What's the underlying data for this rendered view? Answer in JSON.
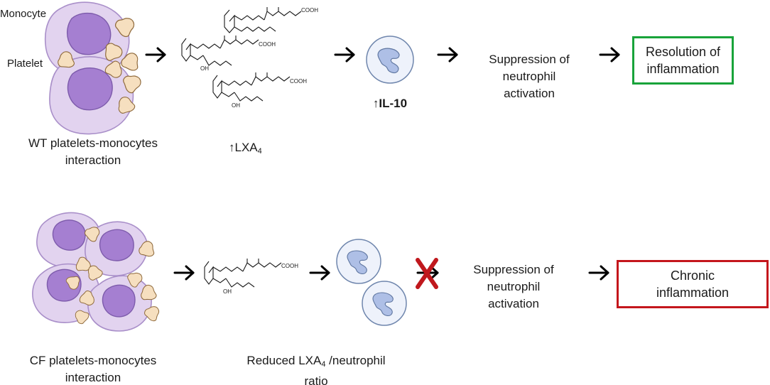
{
  "colors": {
    "monocyte_fill": "#e2d3ef",
    "monocyte_stroke": "#a98fc9",
    "monocyte_nucleus": "#a57fd1",
    "platelet_fill": "#f6dfbf",
    "platelet_stroke": "#8f6a3c",
    "neutrophil_fill": "#eef2fb",
    "neutrophil_stroke": "#6f86ad",
    "neutrophil_nucleus": "#aebfe6",
    "arrow": "#000000",
    "resolution_border": "#18a33a",
    "chronic_border": "#c4161c",
    "block_x": "#c0181d"
  },
  "icons": {
    "arrow": "right-arrow-icon",
    "block": "x-mark-icon",
    "increase": "up-arrow-glyph"
  },
  "top": {
    "monocyte_label": "Monocyte",
    "platelet_label": "Platelet",
    "interaction_label": "WT platelets-monocytes\ninteraction",
    "lxa4_prefix": "↑LXA",
    "lxa4_sub": "4",
    "il10_label": "↑IL-10",
    "suppression_label": "Suppression of\nneutrophil\nactivation",
    "outcome_label": "Resolution of\ninflammation"
  },
  "bottom": {
    "interaction_label": "CF platelets-monocytes\ninteraction",
    "ratio_prefix": "Reduced LXA",
    "ratio_sub": "4",
    "ratio_suffix": " /neutrophil\nratio",
    "suppression_label": "Suppression of\nneutrophil\nactivation",
    "outcome_label": "Chronic\ninflammation"
  },
  "molecule_text": {
    "cooh": "COOH",
    "oh": "OH"
  }
}
